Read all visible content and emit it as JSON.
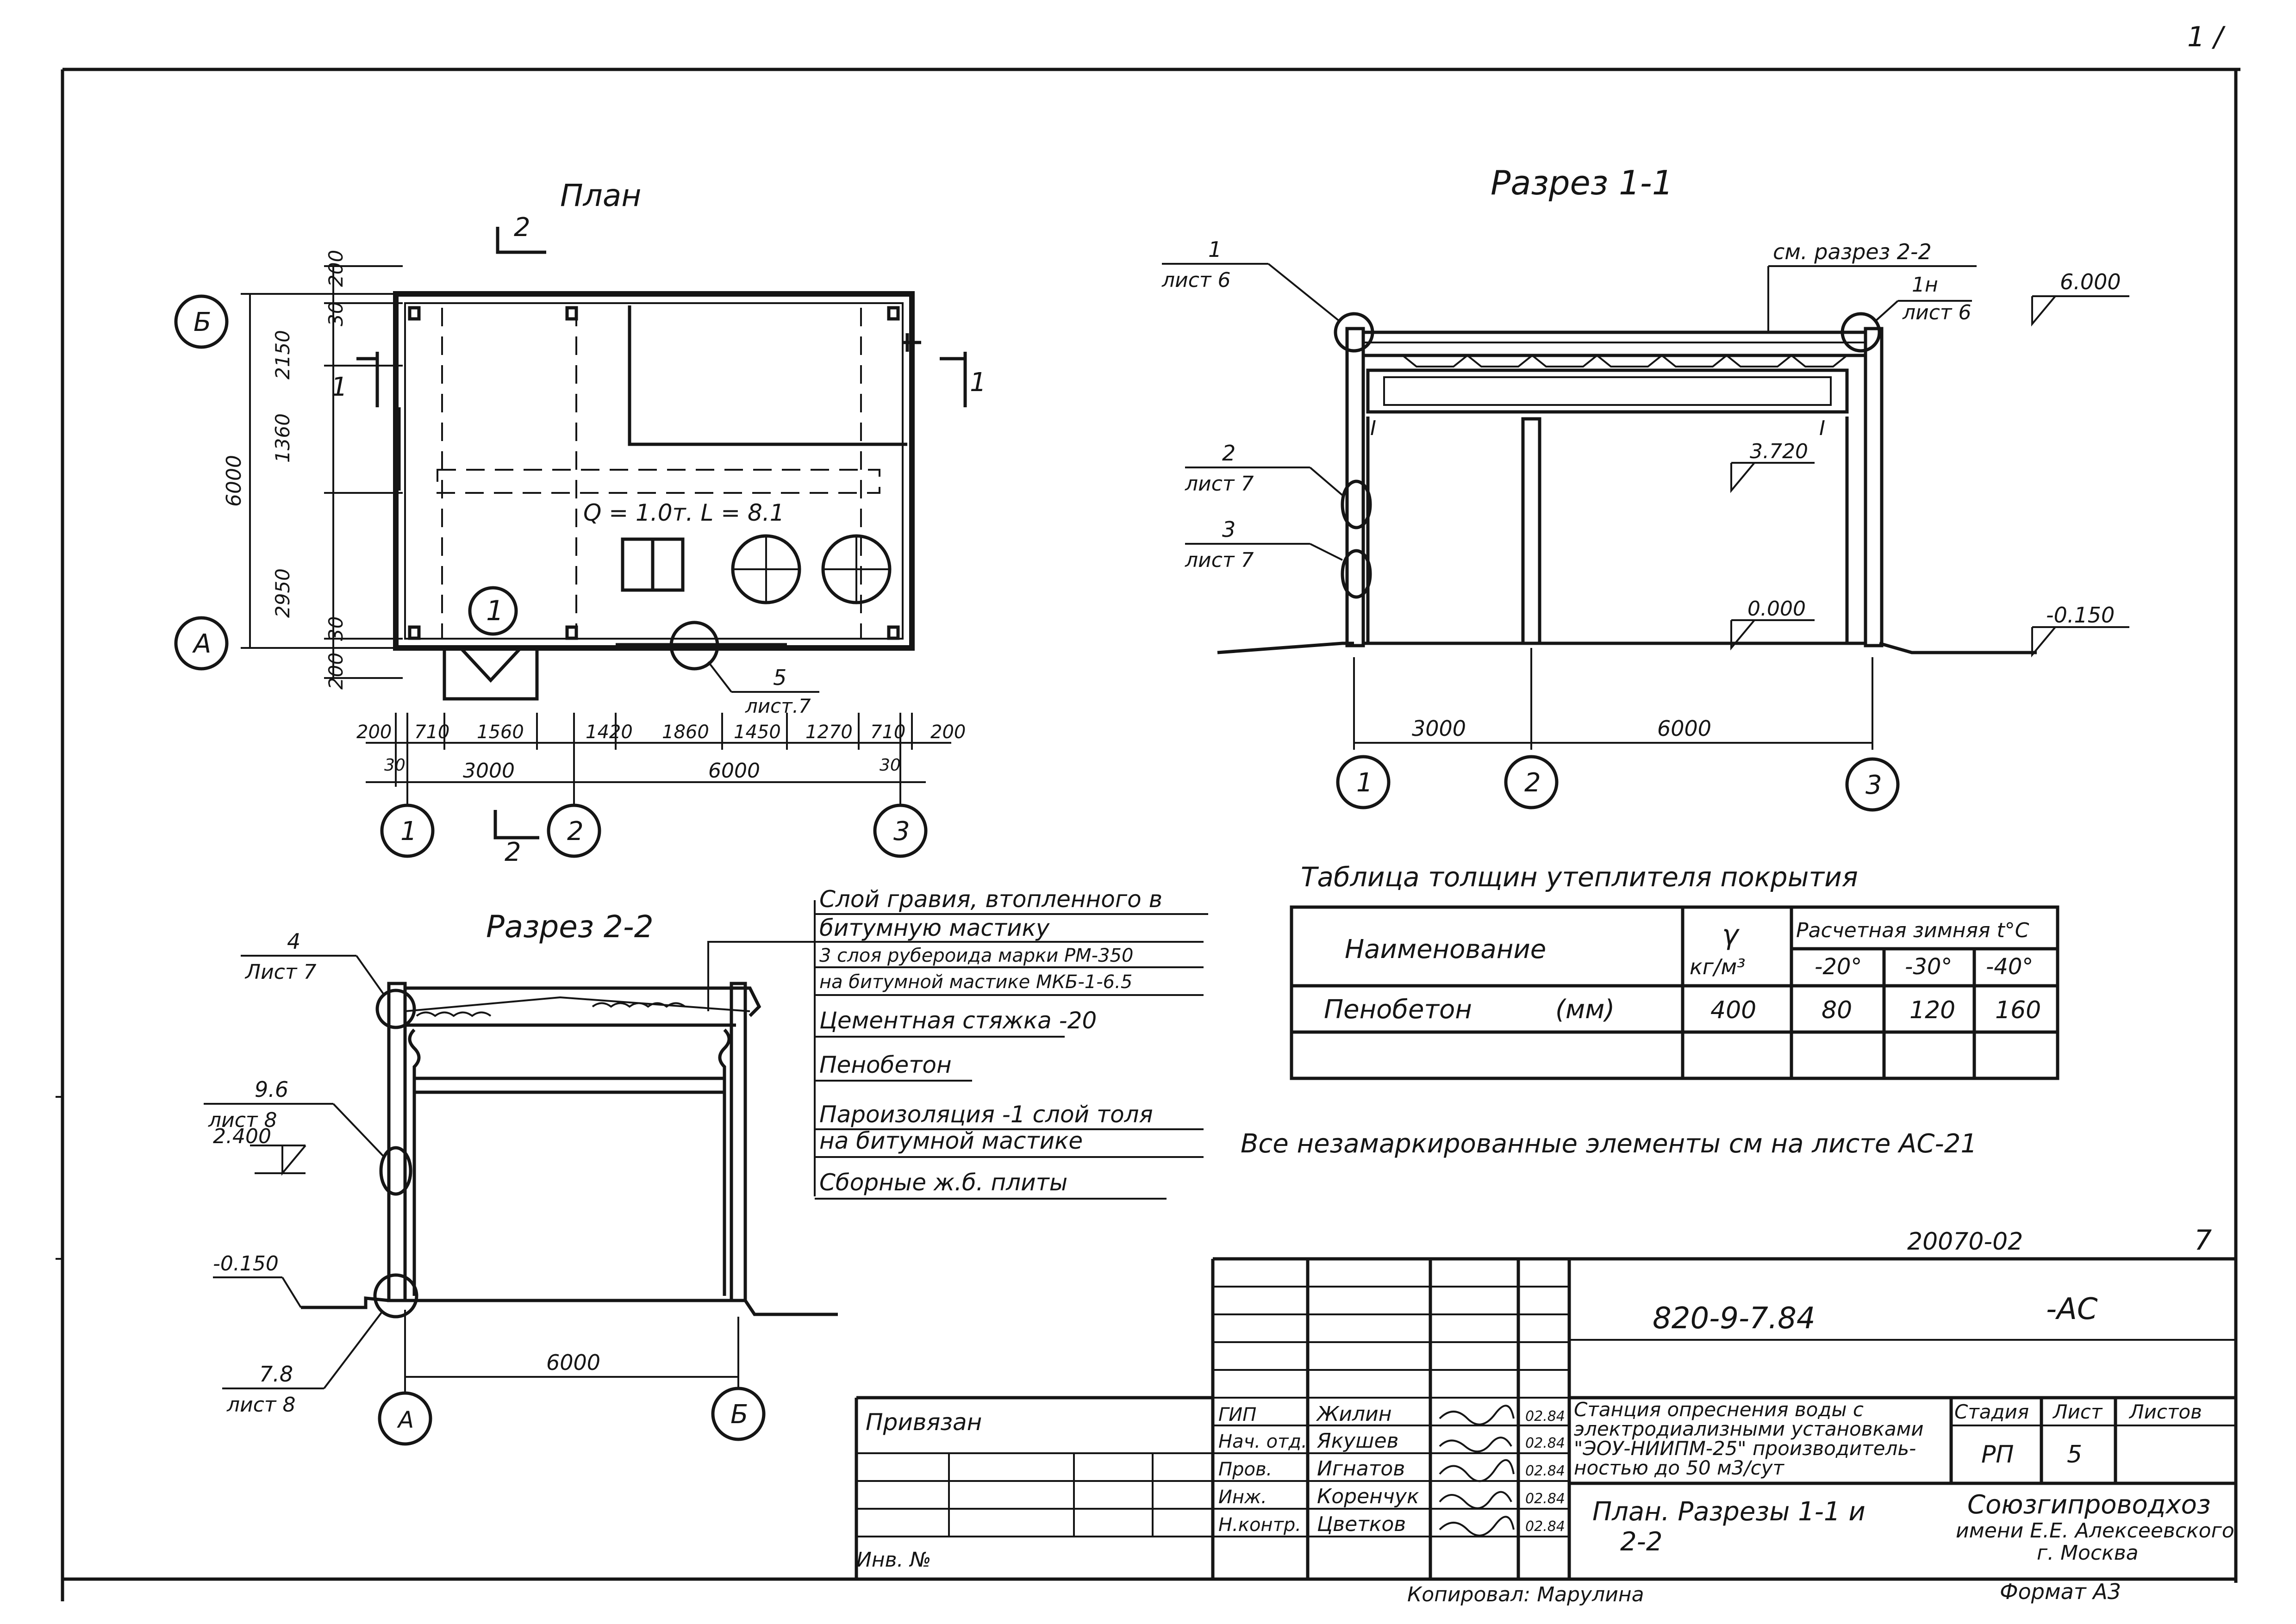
{
  "sheet": {
    "corner_mark": "1 /",
    "doc_code_top": "20070-02",
    "sheet_no_top": "7",
    "copied_by": "Копировал: Марулина",
    "format": "Формат А3",
    "note_all": "Все незамаркированные элементы см на листе АС-21"
  },
  "plan": {
    "title": "План",
    "load_label": "Q = 1.0т. L = 8.1",
    "section_marks": [
      "2",
      "2",
      "1",
      "1"
    ],
    "node_circle_label": "1",
    "node_ref": {
      "num": "5",
      "sheet": "лист.7"
    },
    "axes_letters": [
      "Б",
      "А"
    ],
    "axes_numbers": [
      "1",
      "2",
      "3"
    ],
    "vert_dims": [
      "200",
      "30",
      "2150",
      "1360",
      "2950",
      "30",
      "200",
      "6000"
    ],
    "horiz_dims": [
      "200",
      "710",
      "1560",
      "1420",
      "1860",
      "1450",
      "1270",
      "710",
      "200"
    ],
    "small_30": [
      "30",
      "30"
    ],
    "horiz_spans": [
      "3000",
      "6000"
    ]
  },
  "section11": {
    "title": "Разрез 1-1",
    "see_section": "см. разрез 2-2",
    "callouts": [
      {
        "num": "1",
        "sheet": "лист 6"
      },
      {
        "num": "1н",
        "sheet": "лист 6"
      },
      {
        "num": "2",
        "sheet": "лист 7"
      },
      {
        "num": "3",
        "sheet": "лист 7"
      }
    ],
    "levels": [
      "6.000",
      "3.720",
      "0.000",
      "-0.150"
    ],
    "beam_marks": [
      "I",
      "I"
    ],
    "spans": [
      "3000",
      "6000"
    ],
    "axes": [
      "1",
      "2",
      "3"
    ]
  },
  "section22": {
    "title": "Разрез 2-2",
    "callouts": [
      {
        "num": "4",
        "sheet": "Лист 7"
      },
      {
        "num": "9.6",
        "sheet": "лист 8"
      },
      {
        "num": "7.8",
        "sheet": "лист 8"
      }
    ],
    "levels": [
      "2.400",
      "-0.150"
    ],
    "span": "6000",
    "axes": [
      "А",
      "Б"
    ],
    "layers": [
      "Слой гравия, втопленного в",
      "битумную мастику",
      "3 слоя рубероида марки РМ-350",
      "на битумной мастике МКБ-1-6.5",
      "Цементная стяжка -20",
      "Пенобетон",
      "Пароизоляция -1 слой толя",
      "на битумной мастике",
      "Сборные ж.б. плиты"
    ]
  },
  "insulation_table": {
    "caption": "Таблица толщин утеплителя покрытия",
    "col_name": "Наименование",
    "col_gamma": "γ",
    "col_gamma_unit": "кг/м³",
    "col_temp": "Расчетная зимняя t°С",
    "temps": [
      "-20°",
      "-30°",
      "-40°"
    ],
    "rows": [
      {
        "name": "Пенобетон",
        "unit": "(мм)",
        "gamma": "400",
        "v1": "80",
        "v2": "120",
        "v3": "160"
      }
    ]
  },
  "title_block": {
    "doc_no": "820-9-7.84",
    "suffix": "-АС",
    "privyazan": "Привязан",
    "inv": "Инв. №",
    "people": [
      {
        "role": "ГИП",
        "name": "Жилин",
        "date": "02.84"
      },
      {
        "role": "Нач. отд.",
        "name": "Якушев",
        "date": "02.84"
      },
      {
        "role": "Пров.",
        "name": "Игнатов",
        "date": "02.84"
      },
      {
        "role": "Инж.",
        "name": "Коренчук",
        "date": "02.84"
      },
      {
        "role": "Н.контр.",
        "name": "Цветков",
        "date": "02.84"
      }
    ],
    "project_lines": [
      "Станция опреснения воды с",
      "электродиализными установками",
      "\"ЭОУ-НИИПМ-25\" производитель-",
      "ностью до 50 м3/сут"
    ],
    "sheet_title_lines": [
      "План. Разрезы 1-1 и",
      "2-2"
    ],
    "h_stage": "Стадия",
    "h_sheet": "Лист",
    "h_sheets": "Листов",
    "stage": "РП",
    "sheet": "5",
    "sheets": "",
    "org_lines": [
      "Союзгипроводхоз",
      "имени Е.Е. Алексеевского",
      "г. Москва"
    ]
  }
}
